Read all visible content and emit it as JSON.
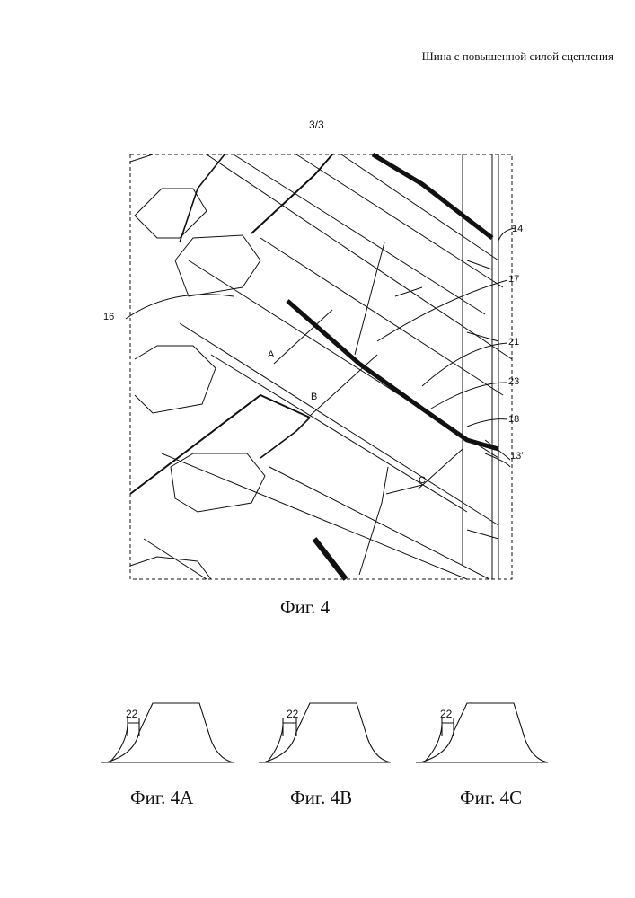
{
  "header": {
    "title": "Шина с повышенной силой сцепления"
  },
  "page_number": "3/3",
  "figure_main": {
    "caption": "Фиг. 4",
    "reference_labels": {
      "r14": "14",
      "r17": "17",
      "r16": "16",
      "r21": "21",
      "r23": "23",
      "r18": "18",
      "r13": "13’"
    },
    "section_labels": {
      "a": "A",
      "b": "B",
      "c": "C"
    }
  },
  "figures_sections": [
    {
      "caption": "Фиг. 4А",
      "dimension_label": "22"
    },
    {
      "caption": "Фиг. 4В",
      "dimension_label": "22"
    },
    {
      "caption": "Фиг. 4С",
      "dimension_label": "22"
    }
  ]
}
